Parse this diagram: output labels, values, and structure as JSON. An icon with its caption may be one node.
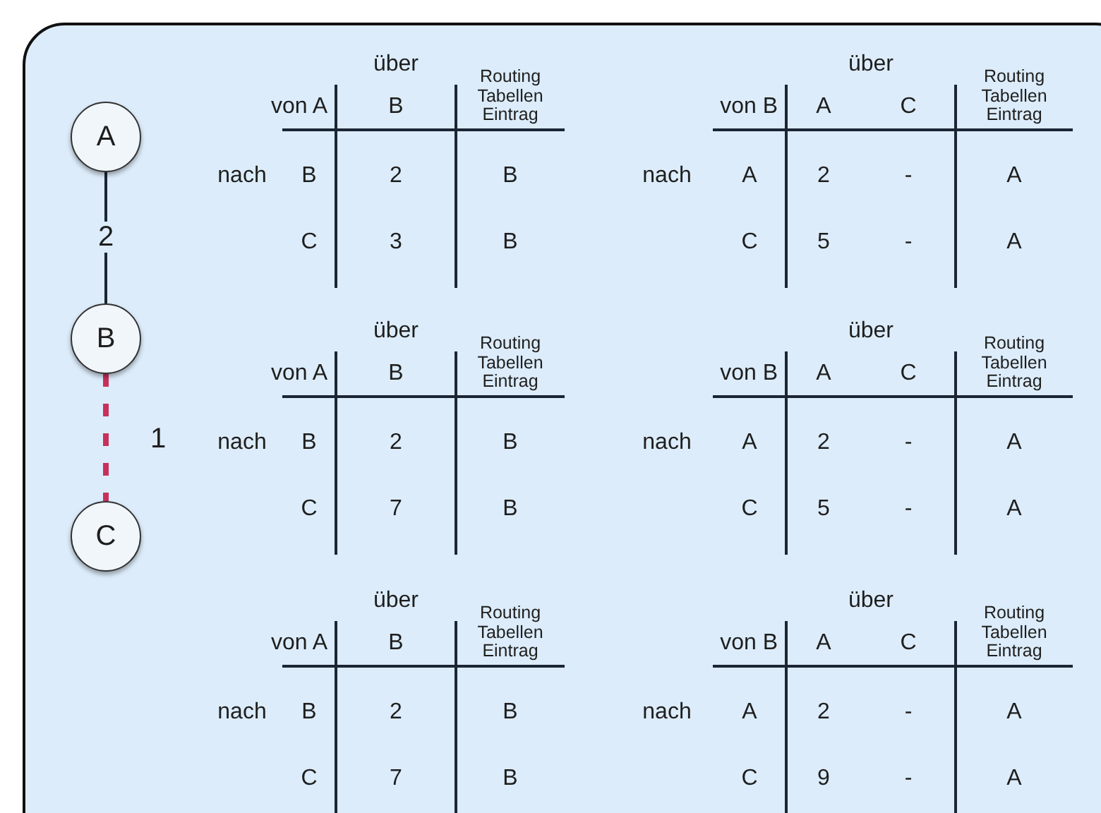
{
  "diagram": {
    "nodes": [
      {
        "text": [
          "A"
        ]
      },
      {
        "text": [
          "B"
        ]
      },
      {
        "text": [
          "C"
        ]
      }
    ],
    "edges": [
      {
        "from": 0,
        "to": 1,
        "arrow": "none",
        "label": "2"
      },
      {
        "from": 1,
        "to": 2,
        "arrow": "none",
        "label": "1",
        "style": "dashed",
        "color": "#c8305c"
      }
    ],
    "labels": [
      "über",
      "Routing Tabellen Eintrag",
      "von A",
      "B",
      "nach",
      "B",
      "2",
      "B",
      "C",
      "3",
      "B",
      "über",
      "Routing Tabellen Eintrag",
      "von B",
      "A",
      "C",
      "nach",
      "A",
      "2",
      "-",
      "A",
      "C",
      "5",
      "-",
      "A",
      "über",
      "Routing Tabellen Eintrag",
      "von A",
      "B",
      "nach",
      "B",
      "2",
      "B",
      "C",
      "7",
      "B",
      "über",
      "Routing Tabellen Eintrag",
      "von B",
      "A",
      "C",
      "nach",
      "A",
      "2",
      "-",
      "A",
      "C",
      "5",
      "-",
      "A",
      "über",
      "Routing Tabellen Eintrag",
      "von A",
      "B",
      "nach",
      "B",
      "2",
      "B",
      "C",
      "7",
      "B",
      "über",
      "Routing Tabellen Eintrag",
      "von B",
      "A",
      "C",
      "nach",
      "A",
      "2",
      "-",
      "A",
      "C",
      "9",
      "-",
      "A"
    ]
  }
}
